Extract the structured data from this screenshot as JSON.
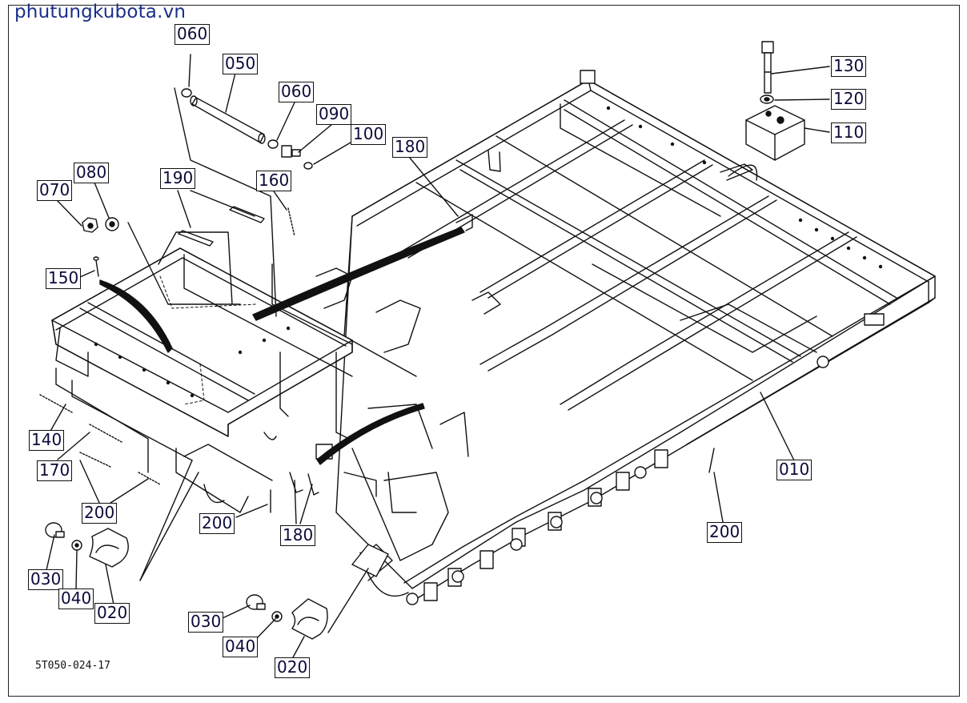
{
  "watermark": "phutungkubota.vn",
  "drawing_code": "5T050-024-17",
  "labels": {
    "l050": "050",
    "l060a": "060",
    "l060b": "060",
    "l090": "090",
    "l100": "100",
    "l130": "130",
    "l120": "120",
    "l110": "110",
    "l180a": "180",
    "l190": "190",
    "l160": "160",
    "l080": "080",
    "l070": "070",
    "l150": "150",
    "l140": "140",
    "l170": "170",
    "l200a": "200",
    "l200b": "200",
    "l180b": "180",
    "l010": "010",
    "l200c": "200",
    "l030a": "030",
    "l040a": "040",
    "l020a": "020",
    "l030b": "030",
    "l040b": "040",
    "l020b": "020"
  },
  "colors": {
    "line": "#111111",
    "label_text": "#0a0a3a",
    "watermark": "#1a2f8a",
    "background": "#ffffff"
  }
}
